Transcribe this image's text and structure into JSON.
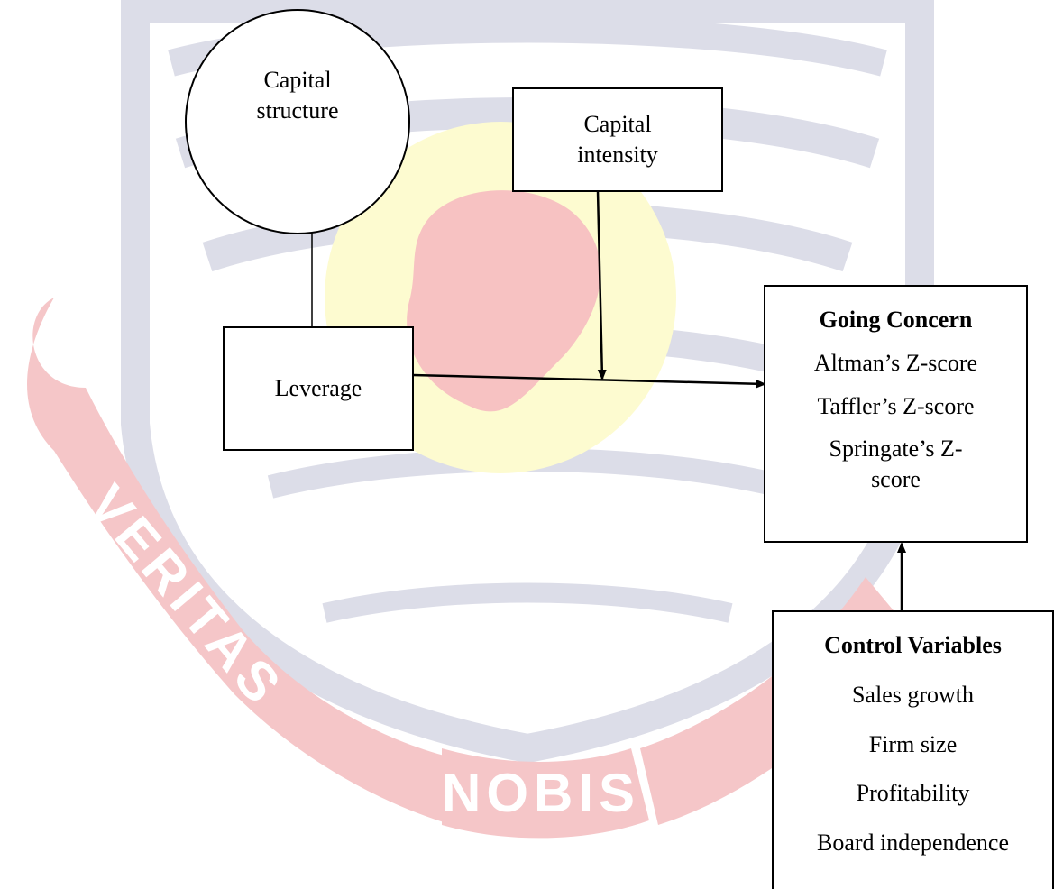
{
  "watermark": {
    "banner_words": [
      "VERITAS",
      "NOBIS"
    ],
    "colors": {
      "shield": "#dcdde8",
      "ribbon": "#f5c6c8",
      "ribbon_text": "#ffffff",
      "sun": "#fdfbd0",
      "emblem": "#f7c2c2"
    }
  },
  "nodes": {
    "capital_structure": {
      "label": "Capital structure"
    },
    "capital_intensity": {
      "label": "Capital intensity"
    },
    "leverage": {
      "label": "Leverage"
    },
    "going_concern": {
      "heading": "Going Concern",
      "items": [
        "Altman’s Z-score",
        "Taffler’s Z-score",
        "Springate’s Z-score"
      ]
    },
    "control_variables": {
      "heading": "Control Variables",
      "items": [
        "Sales growth",
        "Firm size",
        "Profitability",
        "Board independence"
      ]
    }
  },
  "edges": [
    {
      "from": "capital_structure",
      "to": "leverage",
      "style": "line"
    },
    {
      "from": "leverage",
      "to": "going_concern",
      "style": "arrow"
    },
    {
      "from": "capital_intensity",
      "to": "leverage-to-going_concern",
      "style": "arrow"
    },
    {
      "from": "control_variables",
      "to": "going_concern",
      "style": "arrow"
    }
  ]
}
